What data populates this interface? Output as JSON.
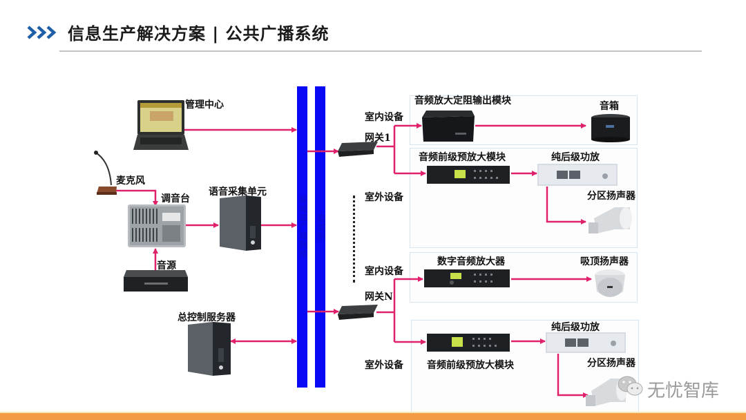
{
  "header": {
    "title": "信息生产解决方案 | 公共广播系统",
    "chevron_icon": "triple-chevron-right-icon"
  },
  "colors": {
    "accent_blue": "#1f5fa8",
    "bus_blue": "#0808f5",
    "connector_pink": "#e0206a",
    "footer_orange": "#f39a45",
    "box_border": "#d4e6f3"
  },
  "left": {
    "management_center": "管理中心",
    "microphone": "麦克风",
    "mixer": "调音台",
    "voice_collection_unit": "语音采集单元",
    "audio_source": "音源",
    "main_control_server": "总控制服务器"
  },
  "bus": {
    "bus1_label": "局域或广域网络",
    "bus2_label": "局域网"
  },
  "gateways": [
    {
      "label": "网关1",
      "indoor_label": "室内设备",
      "outdoor_label": "室外设备",
      "indoor": {
        "device": "音频放大定阻输出模块",
        "output": "音箱"
      },
      "outdoor": {
        "device": "音频前级预放大模块",
        "amp": "纯后级功放",
        "speaker": "分区扬声器"
      }
    },
    {
      "label": "网关N",
      "indoor_label": "室内设备",
      "outdoor_label": "室外设备",
      "indoor": {
        "device": "数字音频放大器",
        "output": "吸顶扬声器"
      },
      "outdoor": {
        "device": "音频前级预放大模块",
        "amp": "纯后级功放",
        "speaker": "分区扬声器"
      }
    }
  ],
  "watermark": {
    "icon": "wechat-icon",
    "text": "无忧智库"
  }
}
